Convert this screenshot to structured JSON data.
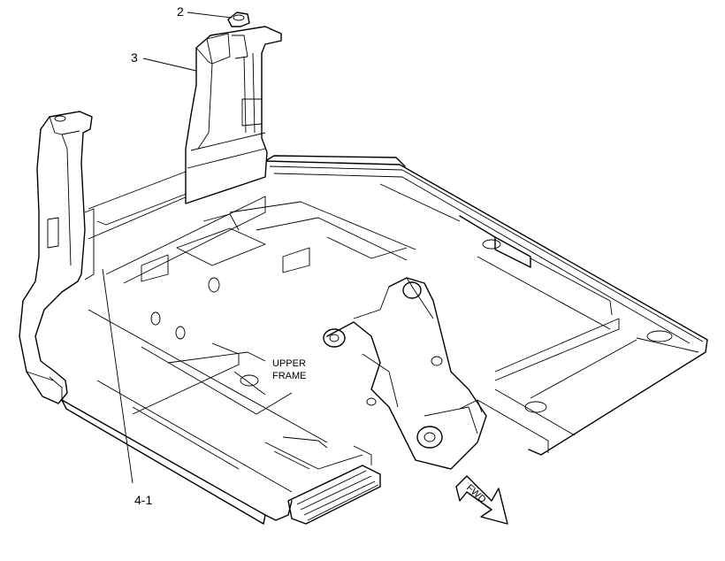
{
  "callouts": {
    "c2": "2",
    "c3": "3",
    "c41": "4-1"
  },
  "frame_label": {
    "line1": "UPPER",
    "line2": "FRAME"
  },
  "direction_arrow": {
    "text": "FWD"
  }
}
